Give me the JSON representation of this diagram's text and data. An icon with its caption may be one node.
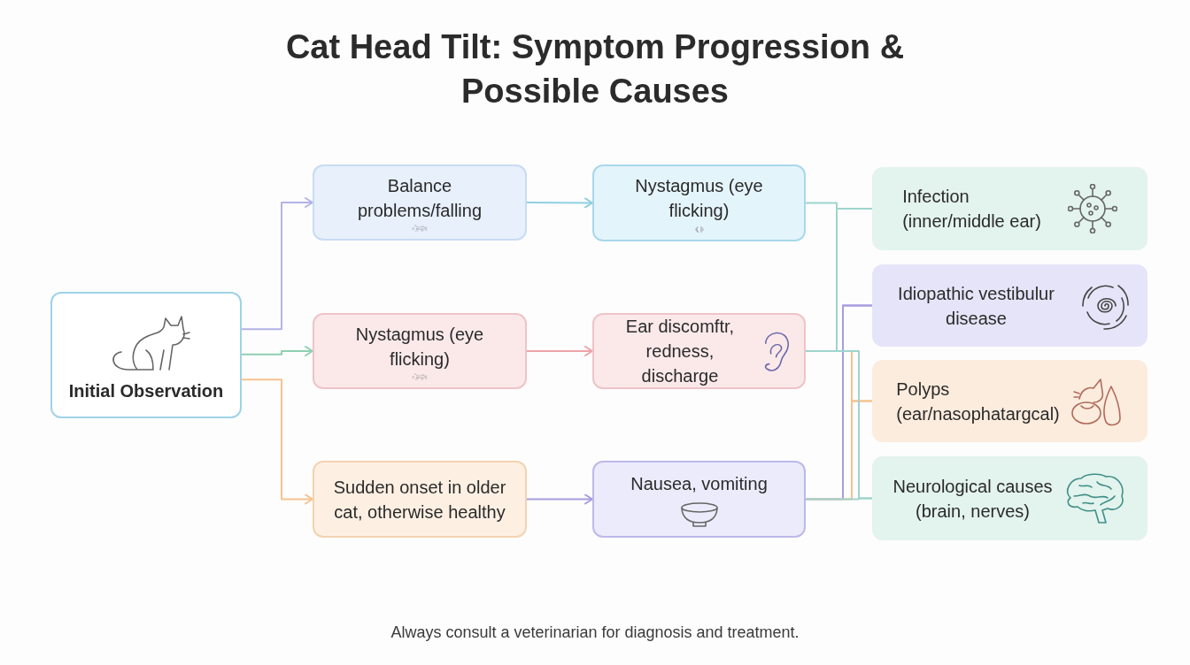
{
  "diagram": {
    "title": "Cat Head Tilt: Symptom Progression & Possible Causes",
    "nodes": [
      {
        "text": [
          "Initial Observation"
        ]
      },
      {
        "text": [
          "Balance problems/falling"
        ]
      },
      {
        "text": [
          "Nystagmus (eye flicking)"
        ]
      },
      {
        "text": [
          "Sudden onset in older cat, otherwise healthy"
        ]
      },
      {
        "text": [
          "Nystagmus (eye flicking)"
        ]
      },
      {
        "text": [
          "Ear discomftr, redness, discharge"
        ]
      },
      {
        "text": [
          "Nausea, vomiting"
        ]
      },
      {
        "text": [
          "Infection",
          "(inner/middle ear)"
        ]
      },
      {
        "text": [
          "Idiopathic vestibulur disease"
        ]
      },
      {
        "text": [
          "Polyps",
          "(ear/nasophatargcal)"
        ]
      },
      {
        "text": [
          "Neurological causes",
          "(brain, nerves)"
        ]
      }
    ],
    "edges": [
      {
        "from": 0,
        "to": 1,
        "arrow": "to",
        "color": "#b3b3e6"
      },
      {
        "from": 0,
        "to": 2,
        "arrow": "to",
        "color": "#8fcfb2"
      },
      {
        "from": 0,
        "to": 3,
        "arrow": "to",
        "color": "#f5c28f"
      },
      {
        "from": 1,
        "to": 4,
        "arrow": "to",
        "color": "#8fd0e0"
      },
      {
        "from": 2,
        "to": 5,
        "arrow": "to",
        "color": "#eea3a8"
      },
      {
        "from": 3,
        "to": 6,
        "arrow": "to",
        "color": "#a79ce0"
      },
      {
        "from": 4,
        "to": 7,
        "arrow": "none",
        "color": "#9fd4cc"
      },
      {
        "from": 5,
        "to": 7,
        "arrow": "none",
        "color": "#9fd4cc"
      },
      {
        "from": 5,
        "to": 8,
        "arrow": "none",
        "color": "#a79ce0"
      },
      {
        "from": 6,
        "to": 8,
        "arrow": "none",
        "color": "#a79ce0"
      },
      {
        "from": 5,
        "to": 9,
        "arrow": "none",
        "color": "#f5c28f"
      },
      {
        "from": 6,
        "to": 9,
        "arrow": "none",
        "color": "#f5c28f"
      },
      {
        "from": 5,
        "to": 10,
        "arrow": "none",
        "color": "#9fd4cc"
      },
      {
        "from": 6,
        "to": 10,
        "arrow": "none",
        "color": "#9fd4cc"
      }
    ],
    "labels": [
      "Always consult a veterinarian for diagnosis and treatment."
    ]
  }
}
